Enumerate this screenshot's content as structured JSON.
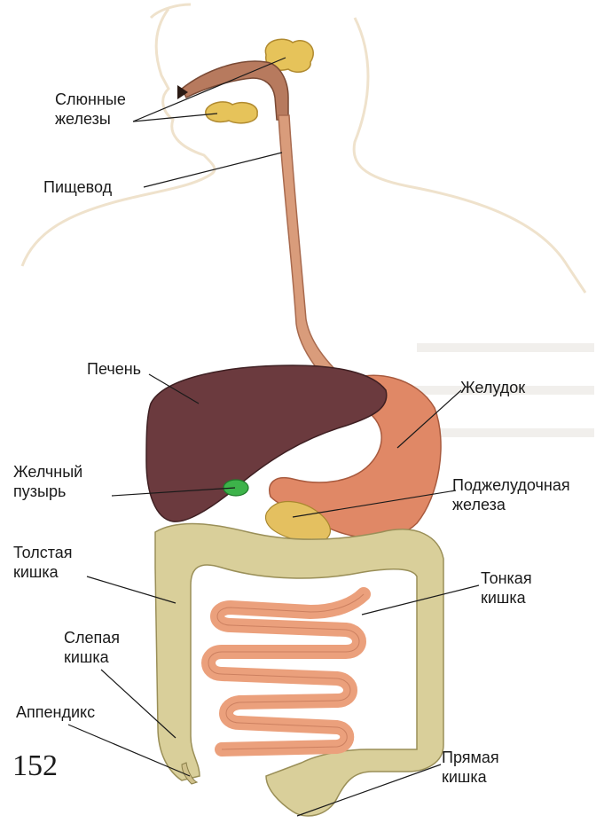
{
  "labels": {
    "salivary_glands": [
      "Слюнные",
      "железы"
    ],
    "esophagus": "Пищевод",
    "liver": "Печень",
    "stomach": "Желудок",
    "gallbladder": [
      "Желчный",
      "пузырь"
    ],
    "pancreas": [
      "Поджелудочная",
      "железа"
    ],
    "large_intestine": [
      "Толстая",
      "кишка"
    ],
    "small_intestine": [
      "Тонкая",
      "кишка"
    ],
    "cecum": [
      "Слепая",
      "кишка"
    ],
    "appendix": "Аппендикс",
    "rectum": [
      "Прямая",
      "кишка"
    ]
  },
  "page_number": "152",
  "colors": {
    "skin_outline": "#e8d8bf",
    "liver": "#6b3a3e",
    "stomach": "#e08866",
    "esophagus": "#d99c7b",
    "salivary": "#e6c35a",
    "gallbladder": "#3db34a",
    "pancreas": "#e4c060",
    "colon": "#d9cf9a",
    "small_intestine": "#eba07c"
  }
}
